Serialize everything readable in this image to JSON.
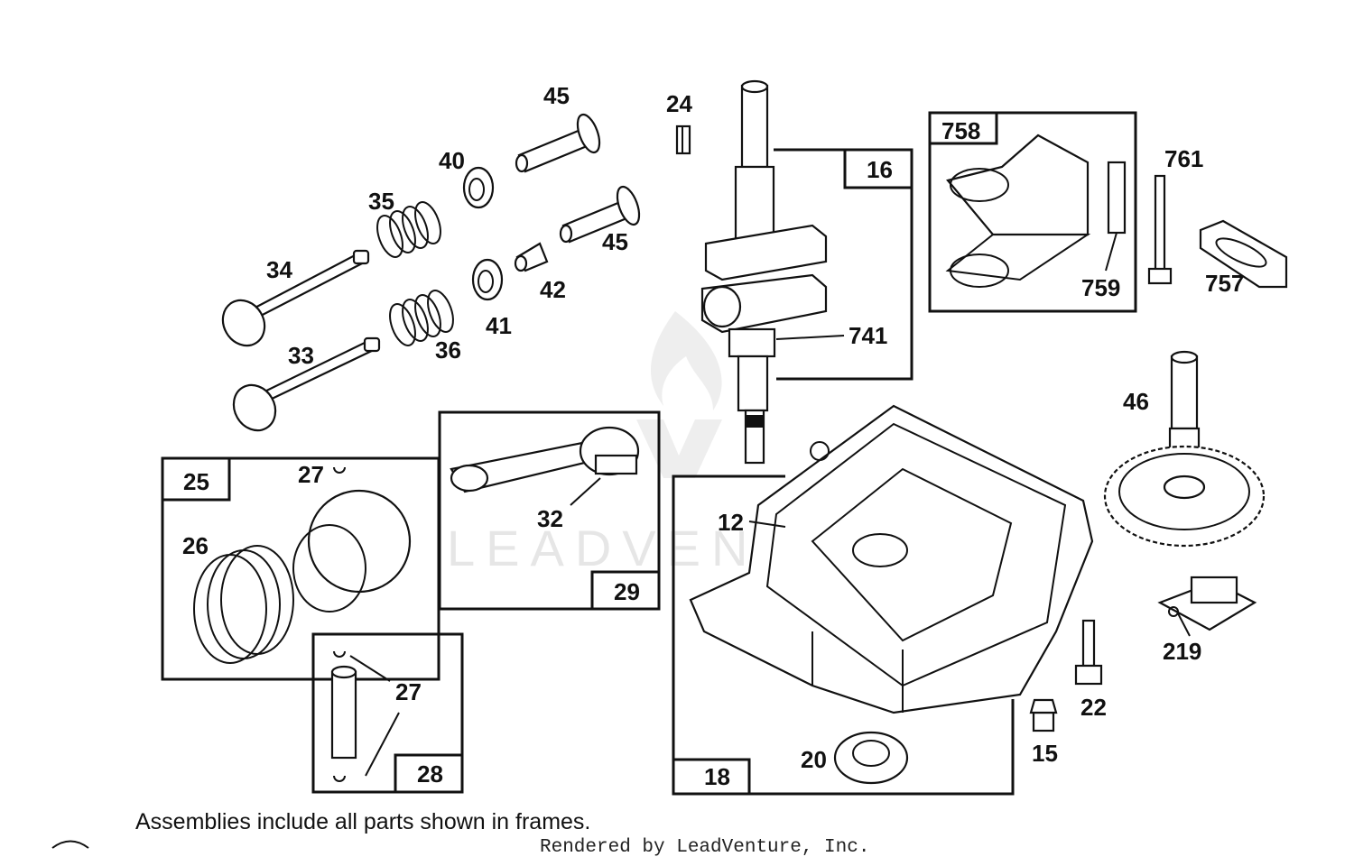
{
  "watermark": {
    "text": "LEADVENTURE"
  },
  "frames": [
    {
      "id": "f16",
      "label": "16"
    },
    {
      "id": "f758",
      "label": "758"
    },
    {
      "id": "f25",
      "label": "25"
    },
    {
      "id": "f29",
      "label": "29"
    },
    {
      "id": "f28",
      "label": "28"
    },
    {
      "id": "f18",
      "label": "18"
    }
  ],
  "parts": [
    {
      "id": "p45a",
      "label": "45"
    },
    {
      "id": "p24",
      "label": "24"
    },
    {
      "id": "p40",
      "label": "40"
    },
    {
      "id": "p35",
      "label": "35"
    },
    {
      "id": "p45b",
      "label": "45"
    },
    {
      "id": "p34",
      "label": "34"
    },
    {
      "id": "p42",
      "label": "42"
    },
    {
      "id": "p41",
      "label": "41"
    },
    {
      "id": "p36",
      "label": "36"
    },
    {
      "id": "p33",
      "label": "33"
    },
    {
      "id": "p741",
      "label": "741"
    },
    {
      "id": "p761",
      "label": "761"
    },
    {
      "id": "p759",
      "label": "759"
    },
    {
      "id": "p757",
      "label": "757"
    },
    {
      "id": "p46",
      "label": "46"
    },
    {
      "id": "p27a",
      "label": "27"
    },
    {
      "id": "p26",
      "label": "26"
    },
    {
      "id": "p32",
      "label": "32"
    },
    {
      "id": "p12",
      "label": "12"
    },
    {
      "id": "p219",
      "label": "219"
    },
    {
      "id": "p27b",
      "label": "27"
    },
    {
      "id": "p22",
      "label": "22"
    },
    {
      "id": "p15",
      "label": "15"
    },
    {
      "id": "p20",
      "label": "20"
    }
  ],
  "footer": {
    "note": "Assemblies include all parts shown in frames.",
    "credit": "Rendered by LeadVenture, Inc."
  }
}
